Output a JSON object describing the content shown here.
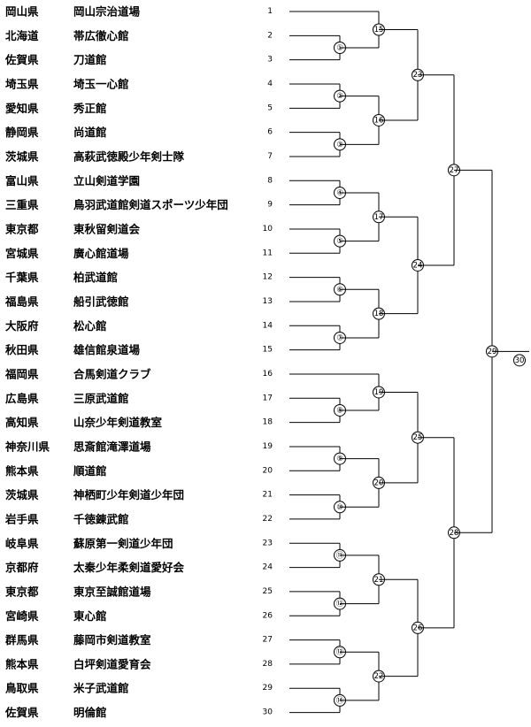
{
  "entries": [
    {
      "no": "1",
      "pref": "岡山県",
      "team": "岡山宗治道場"
    },
    {
      "no": "2",
      "pref": "北海道",
      "team": "帯広徹心館"
    },
    {
      "no": "3",
      "pref": "佐賀県",
      "team": "刀道館"
    },
    {
      "no": "4",
      "pref": "埼玉県",
      "team": "埼玉一心館"
    },
    {
      "no": "5",
      "pref": "愛知県",
      "team": "秀正館"
    },
    {
      "no": "6",
      "pref": "静岡県",
      "team": "尚道館"
    },
    {
      "no": "7",
      "pref": "茨城県",
      "team": "高萩武徳殿少年剣士隊"
    },
    {
      "no": "8",
      "pref": "富山県",
      "team": "立山剣道学園"
    },
    {
      "no": "9",
      "pref": "三重県",
      "team": "鳥羽武道館剣道スポーツ少年団"
    },
    {
      "no": "10",
      "pref": "東京都",
      "team": "東秋留剣道会"
    },
    {
      "no": "11",
      "pref": "宮城県",
      "team": "廣心館道場"
    },
    {
      "no": "12",
      "pref": "千葉県",
      "team": "柏武道館"
    },
    {
      "no": "13",
      "pref": "福島県",
      "team": "船引武徳館"
    },
    {
      "no": "14",
      "pref": "大阪府",
      "team": "松心館"
    },
    {
      "no": "15",
      "pref": "秋田県",
      "team": "雄信館泉道場"
    },
    {
      "no": "16",
      "pref": "福岡県",
      "team": "合馬剣道クラブ"
    },
    {
      "no": "17",
      "pref": "広島県",
      "team": "三原武道館"
    },
    {
      "no": "18",
      "pref": "高知県",
      "team": "山奈少年剣道教室"
    },
    {
      "no": "19",
      "pref": "神奈川県",
      "team": "思斎館滝澤道場"
    },
    {
      "no": "20",
      "pref": "熊本県",
      "team": "順道館"
    },
    {
      "no": "21",
      "pref": "茨城県",
      "team": "神栖町少年剣道少年団"
    },
    {
      "no": "22",
      "pref": "岩手県",
      "team": "千徳錬武館"
    },
    {
      "no": "23",
      "pref": "岐阜県",
      "team": "蘇原第一剣道少年団"
    },
    {
      "no": "24",
      "pref": "京都府",
      "team": "太秦少年柔剣道愛好会"
    },
    {
      "no": "25",
      "pref": "東京都",
      "team": "東京至誠館道場"
    },
    {
      "no": "26",
      "pref": "宮崎県",
      "team": "東心館"
    },
    {
      "no": "27",
      "pref": "群馬県",
      "team": "藤岡市剣道教室"
    },
    {
      "no": "28",
      "pref": "熊本県",
      "team": "白坪剣道愛育会"
    },
    {
      "no": "29",
      "pref": "鳥取県",
      "team": "米子武道館"
    },
    {
      "no": "30",
      "pref": "佐賀県",
      "team": "明倫館"
    }
  ],
  "matches": {
    "1": "①",
    "2": "②",
    "3": "③",
    "4": "④",
    "5": "⑤",
    "6": "⑥",
    "7": "⑦",
    "8": "⑧",
    "9": "⑨",
    "10": "⑩",
    "11": "⑪",
    "12": "⑫",
    "13": "⑬",
    "14": "⑭",
    "15": "15",
    "16": "16",
    "17": "17",
    "18": "18",
    "19": "19",
    "20": "20",
    "21": "21",
    "22": "22",
    "23": "23",
    "24": "24",
    "25": "25",
    "26": "26",
    "27": "27",
    "28": "28",
    "29": "29",
    "30": "30"
  }
}
